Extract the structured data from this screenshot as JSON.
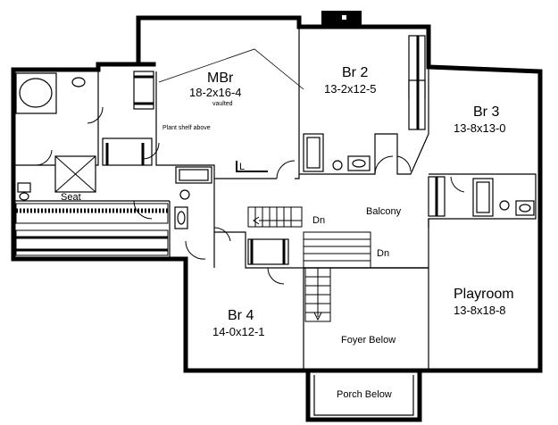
{
  "rooms": {
    "mbr": {
      "name": "MBr",
      "dims": "18-2x16-4",
      "note": "vaulted"
    },
    "br2": {
      "name": "Br 2",
      "dims": "13-2x12-5"
    },
    "br3": {
      "name": "Br 3",
      "dims": "13-8x13-0"
    },
    "br4": {
      "name": "Br 4",
      "dims": "14-0x12-1"
    },
    "playroom": {
      "name": "Playroom",
      "dims": "13-8x18-8"
    }
  },
  "labels": {
    "plant_shelf": "Plant shelf above",
    "seat": "Seat",
    "balcony": "Balcony",
    "dn_1": "Dn",
    "dn_2": "Dn",
    "foyer": "Foyer Below",
    "porch": "Porch Below",
    "linen": "L"
  }
}
